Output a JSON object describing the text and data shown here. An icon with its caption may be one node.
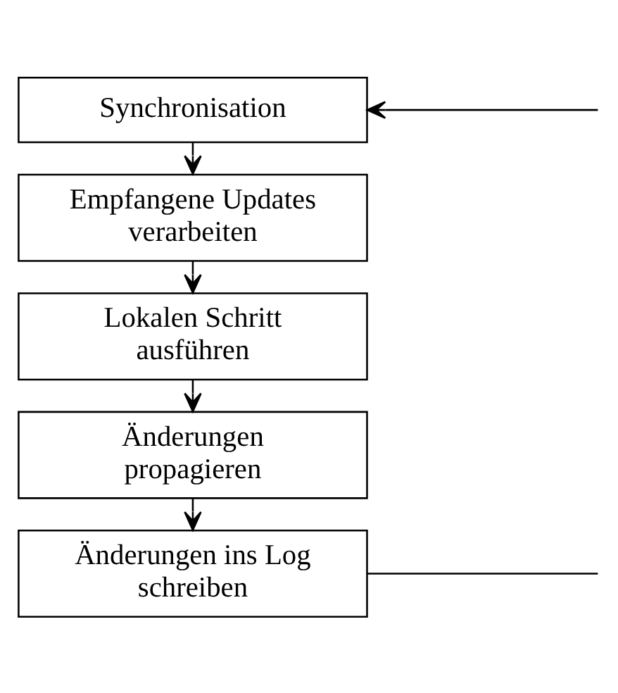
{
  "diagram": {
    "nodes": [
      {
        "text": [
          "Synchronisation"
        ]
      },
      {
        "text": [
          "Empfangene Updates verarbeiten"
        ]
      },
      {
        "text": [
          "Lokalen Schritt ausführen"
        ]
      },
      {
        "text": [
          "Änderungen propagieren"
        ]
      },
      {
        "text": [
          "Änderungen ins Log schreiben"
        ]
      }
    ],
    "edges": [
      {
        "from": 0,
        "to": 1,
        "arrow": "to"
      },
      {
        "from": 1,
        "to": 2,
        "arrow": "to"
      },
      {
        "from": 2,
        "to": 3,
        "arrow": "to"
      },
      {
        "from": 3,
        "to": 4,
        "arrow": "to"
      },
      {
        "from": null,
        "to": 0,
        "arrow": "to"
      },
      {
        "from": 4,
        "to": null,
        "arrow": "none"
      }
    ]
  }
}
